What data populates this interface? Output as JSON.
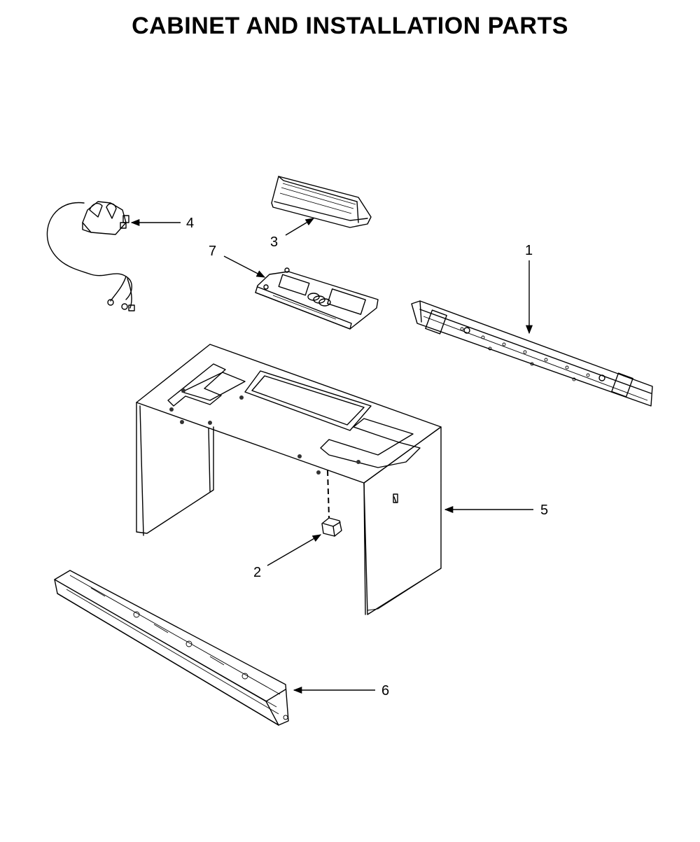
{
  "header": {
    "title": "CABINET AND INSTALLATION PARTS"
  },
  "callouts": [
    "1",
    "2",
    "3",
    "4",
    "5",
    "6",
    "7"
  ]
}
